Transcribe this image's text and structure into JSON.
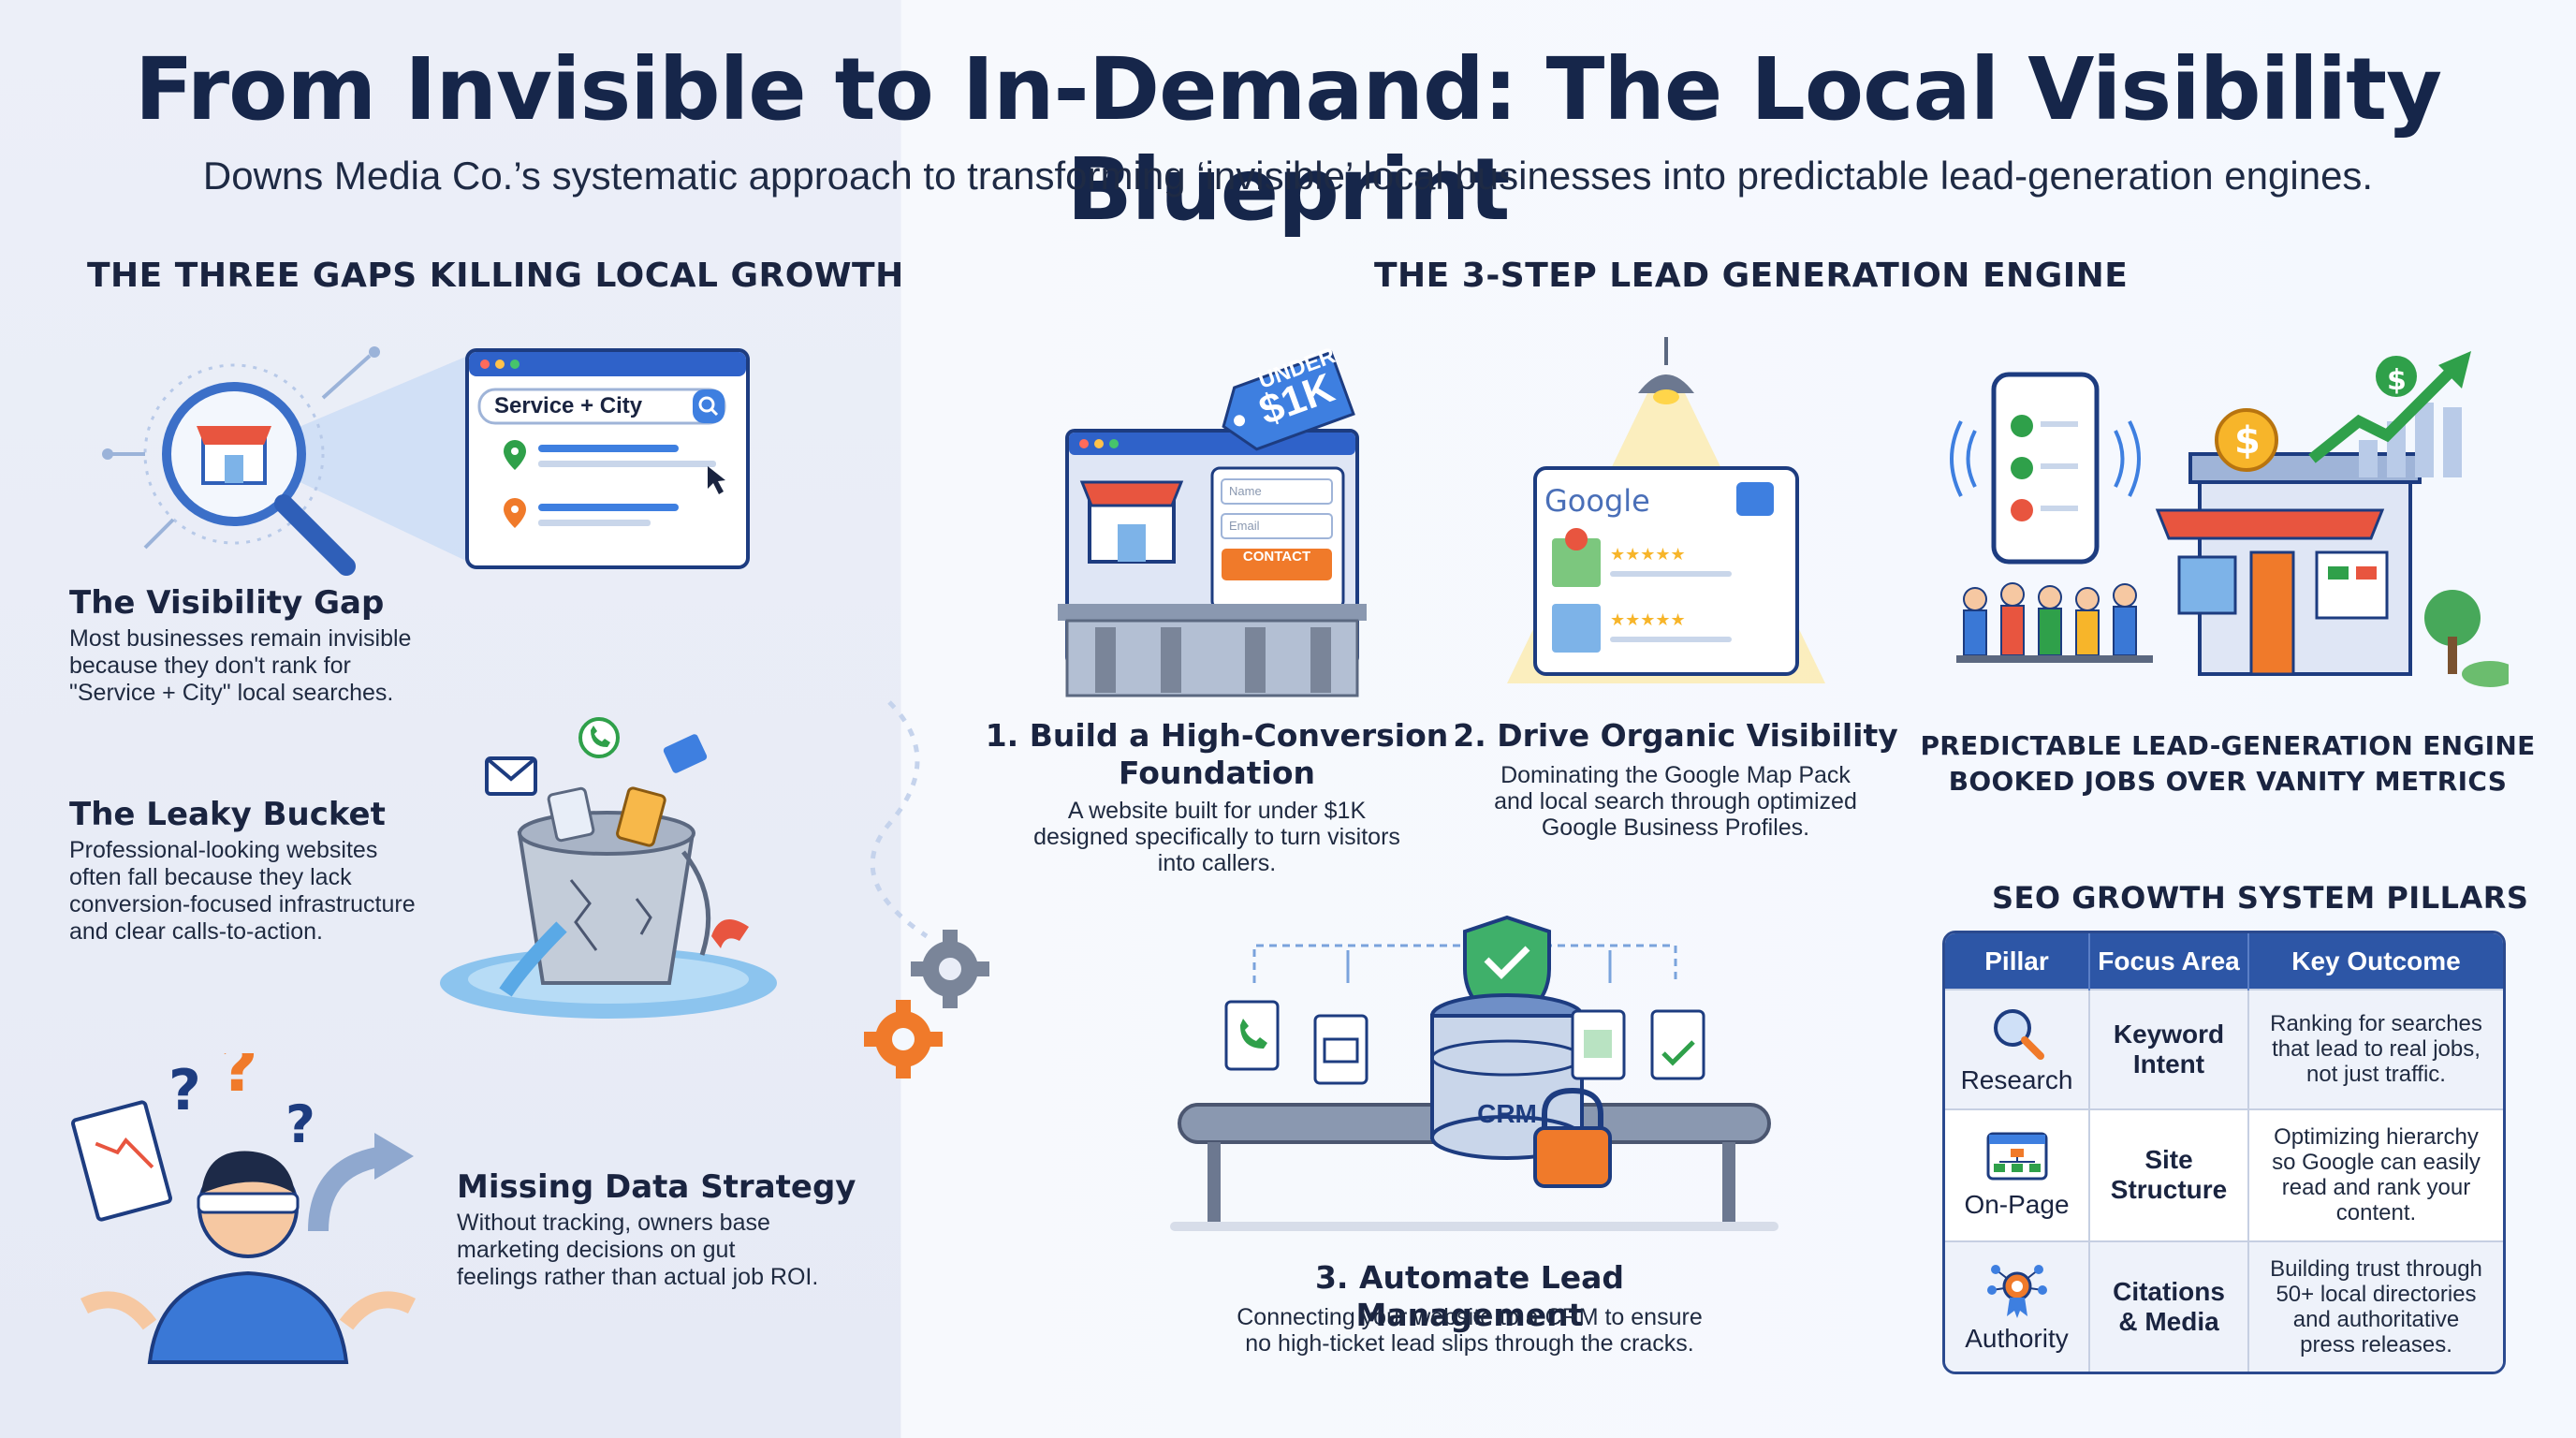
{
  "header": {
    "title": "From Invisible to In-Demand: The Local Visibility Blueprint",
    "subtitle": "Downs Media Co.’s systematic approach to transforming ‘invisible’ local businesses into predictable lead-generation engines."
  },
  "left": {
    "heading": "THE THREE GAPS KILLING LOCAL GROWTH",
    "search_mock": {
      "query": "Service + City"
    },
    "gaps": [
      {
        "title": "The Visibility Gap",
        "lines": [
          "Most businesses remain invisible",
          "because they don't rank for",
          "\"Service + City\" local searches."
        ]
      },
      {
        "title": "The Leaky Bucket",
        "lines": [
          "Professional-looking websites",
          "often fall because they lack",
          "conversion-focused infrastructure",
          "and clear calls-to-action."
        ]
      },
      {
        "title": "Missing Data Strategy",
        "lines": [
          "Without tracking, owners base",
          "marketing decisions on gut",
          "feelings rather than actual job ROI."
        ]
      }
    ]
  },
  "engine": {
    "heading": "THE 3-STEP LEAD GENERATION ENGINE",
    "price_tag": {
      "line1": "UNDER",
      "line2": "$1K"
    },
    "form": {
      "name_placeholder": "Name",
      "email_placeholder": "Email",
      "button": "CONTACT"
    },
    "google_logo": "Google",
    "crm_label": "CRM",
    "steps": [
      {
        "title_lines": [
          "1. Build a High-Conversion",
          "Foundation"
        ],
        "desc_lines": [
          "A website built for under $1K",
          "designed specifically to turn visitors",
          "into callers."
        ]
      },
      {
        "title_lines": [
          "2. Drive Organic Visibility"
        ],
        "desc_lines": [
          "Dominating the Google Map Pack",
          "and local search through optimized",
          "Google Business Profiles."
        ]
      },
      {
        "title_lines": [
          "3. Automate Lead Management"
        ],
        "desc_lines": [
          "Connecting your website to a CRM to ensure",
          "no high-ticket lead slips through the cracks."
        ]
      }
    ],
    "outcome_lines": [
      "PREDICTABLE LEAD-GENERATION ENGINE",
      "BOOKED  JOBS OVER VANITY METRICS"
    ]
  },
  "pillars": {
    "heading": "SEO GROWTH SYSTEM PILLARS",
    "columns": [
      "Pillar",
      "Focus Area",
      "Key Outcome"
    ],
    "rows": [
      {
        "pillar": "Research",
        "icon": "magnifier-icon",
        "focus_lines": [
          "Keyword",
          "Intent"
        ],
        "outcome_lines": [
          "Ranking for searches",
          "that lead to real jobs,",
          "not just traffic."
        ]
      },
      {
        "pillar": "On-Page",
        "icon": "site-structure-icon",
        "focus_lines": [
          "Site",
          "Structure"
        ],
        "outcome_lines": [
          "Optimizing hierarchy",
          "so Google can easily",
          "read and rank your",
          "content."
        ]
      },
      {
        "pillar": "Authority",
        "icon": "network-badge-icon",
        "focus_lines": [
          "Citations",
          "& Media"
        ],
        "outcome_lines": [
          "Building trust through",
          "50+ local directories",
          "and authoritative",
          "press releases."
        ]
      }
    ]
  },
  "colors": {
    "navy": "#16264a",
    "blue": "#2d56a6",
    "orange": "#f07a2a",
    "green": "#2fa04a",
    "light_panel": "#e9edf7"
  }
}
